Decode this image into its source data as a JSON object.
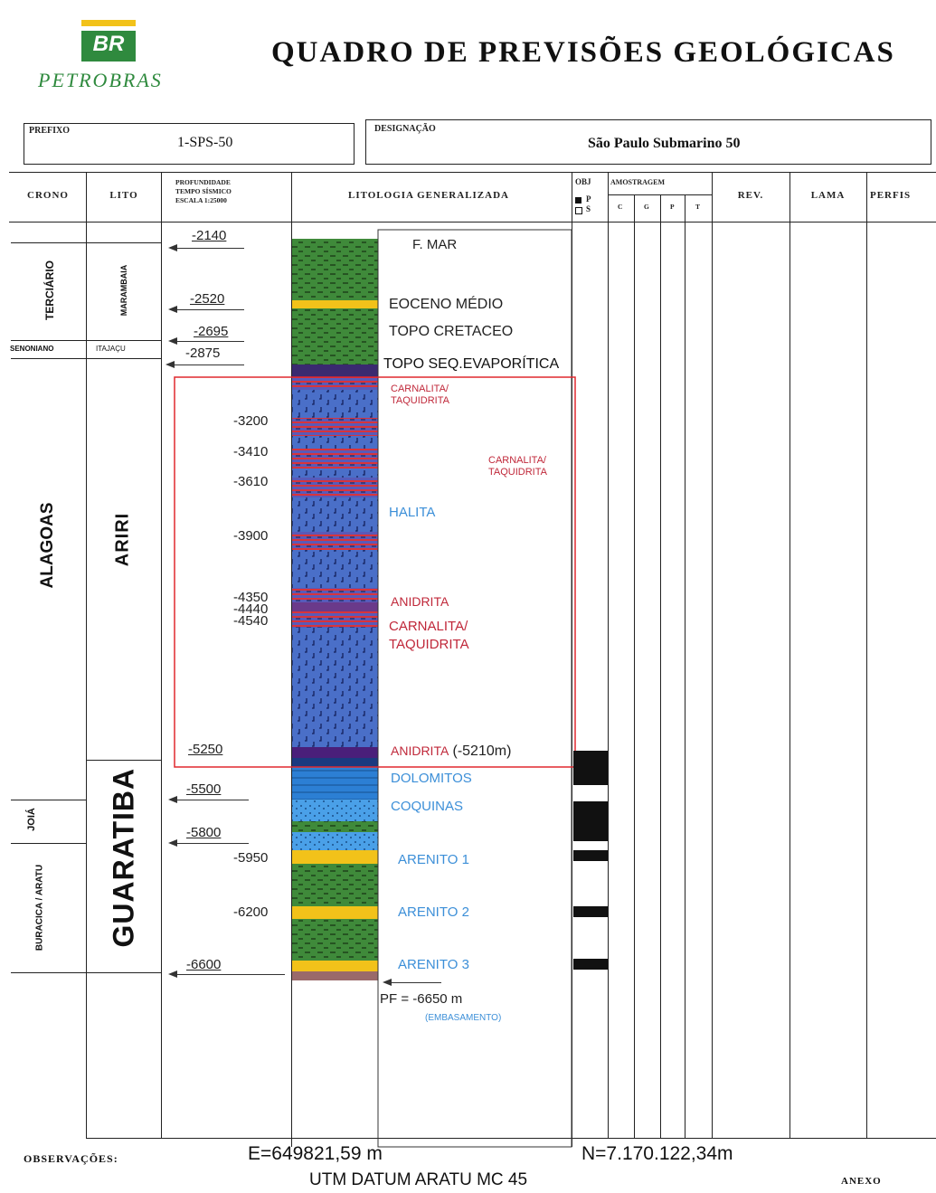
{
  "header": {
    "logo_text": "BR",
    "company": "PETROBRAS",
    "title": "QUADRO DE PREVISÕES GEOLÓGICAS"
  },
  "fields": {
    "prefixo_label": "PREFIXO",
    "prefixo_value": "1-SPS-50",
    "designacao_label": "DESIGNAÇÃO",
    "designacao_value": "São Paulo Submarino 50"
  },
  "columns": {
    "crono": "CRONO",
    "lito": "LITO",
    "profundidade": [
      "PROFUNDIDADE",
      "TEMPO SÍSMICO",
      "ESCALA 1:25000"
    ],
    "litologia": "LITOLOGIA GENERALIZADA",
    "obj": "OBJ",
    "obj_p": "P",
    "obj_s": "S",
    "amostragem": "AMOSTRAGEM",
    "amostragem_sub": [
      "C",
      "G",
      "P",
      "T"
    ],
    "rev": "REV.",
    "lama": "LAMA",
    "perfis": "PERFIS"
  },
  "crono_units": {
    "terciario": "TERCIÁRIO",
    "senoniano": "SENONIANO",
    "alagoas": "ALAGOAS",
    "joia": "JOIÁ",
    "buracica": "BURACICA / ARATU"
  },
  "lito_units": {
    "marambaia": "MARAMBAIA",
    "itajai": "ITAJAÇU",
    "ariri": "ARIRI",
    "guaratiba": "GUARATIBA"
  },
  "depths": [
    {
      "label": "-2140"
    },
    {
      "label": "-2520"
    },
    {
      "label": "-2695"
    },
    {
      "label": "-2875"
    },
    {
      "label": "-3200"
    },
    {
      "label": "-3410"
    },
    {
      "label": "-3610"
    },
    {
      "label": "-3900"
    },
    {
      "label": "-4350"
    },
    {
      "label": "-4440"
    },
    {
      "label": "-4540"
    },
    {
      "label": "-5250"
    },
    {
      "label": "-5500"
    },
    {
      "label": "-5800"
    },
    {
      "label": "-5950"
    },
    {
      "label": "-6200"
    },
    {
      "label": "-6600"
    }
  ],
  "events": {
    "f_mar": "F. MAR",
    "eoceno": "EOCENO MÉDIO",
    "topo_cretaceo": "TOPO CRETACEO",
    "topo_seq": "TOPO SEQ.EVAPORÍTICA",
    "carnalita1a": "CARNALITA/",
    "carnalita1b": "TAQUIDRITA",
    "carnalita2a": "CARNALITA/",
    "carnalita2b": "TAQUIDRITA",
    "halita": "HALITA",
    "anidrita1": "ANIDRITA",
    "carnalita3a": "CARNALITA/",
    "carnalita3b": "TAQUIDRITA",
    "anidrita2": "ANIDRITA",
    "anidrita2_depth": "(-5210m)",
    "dolomitos": "DOLOMITOS",
    "coquinas": "COQUINAS",
    "arenito1": "ARENITO 1",
    "arenito2": "ARENITO 2",
    "arenito3": "ARENITO 3",
    "pf": "PF =   -6650 m",
    "embasamento": "(EMBASAMENTO)"
  },
  "footer": {
    "observacoes": "OBSERVAÇÕES:",
    "coord_e": "E=649821,59 m",
    "coord_n": "N=7.170.122,34m",
    "datum": "UTM   DATUM ARATU MC 45",
    "anexo": "ANEXO"
  },
  "colors": {
    "shale_green": "#3f8a3a",
    "sand_yellow": "#f2c21a",
    "salt_blue": "#4a6fc8",
    "carnalita_red": "#d8343c",
    "dolomite_blue": "#2c7fd4",
    "event_red": "#c0283a",
    "event_blue": "#3c8fd8",
    "highlight_box": "#e0282f"
  }
}
